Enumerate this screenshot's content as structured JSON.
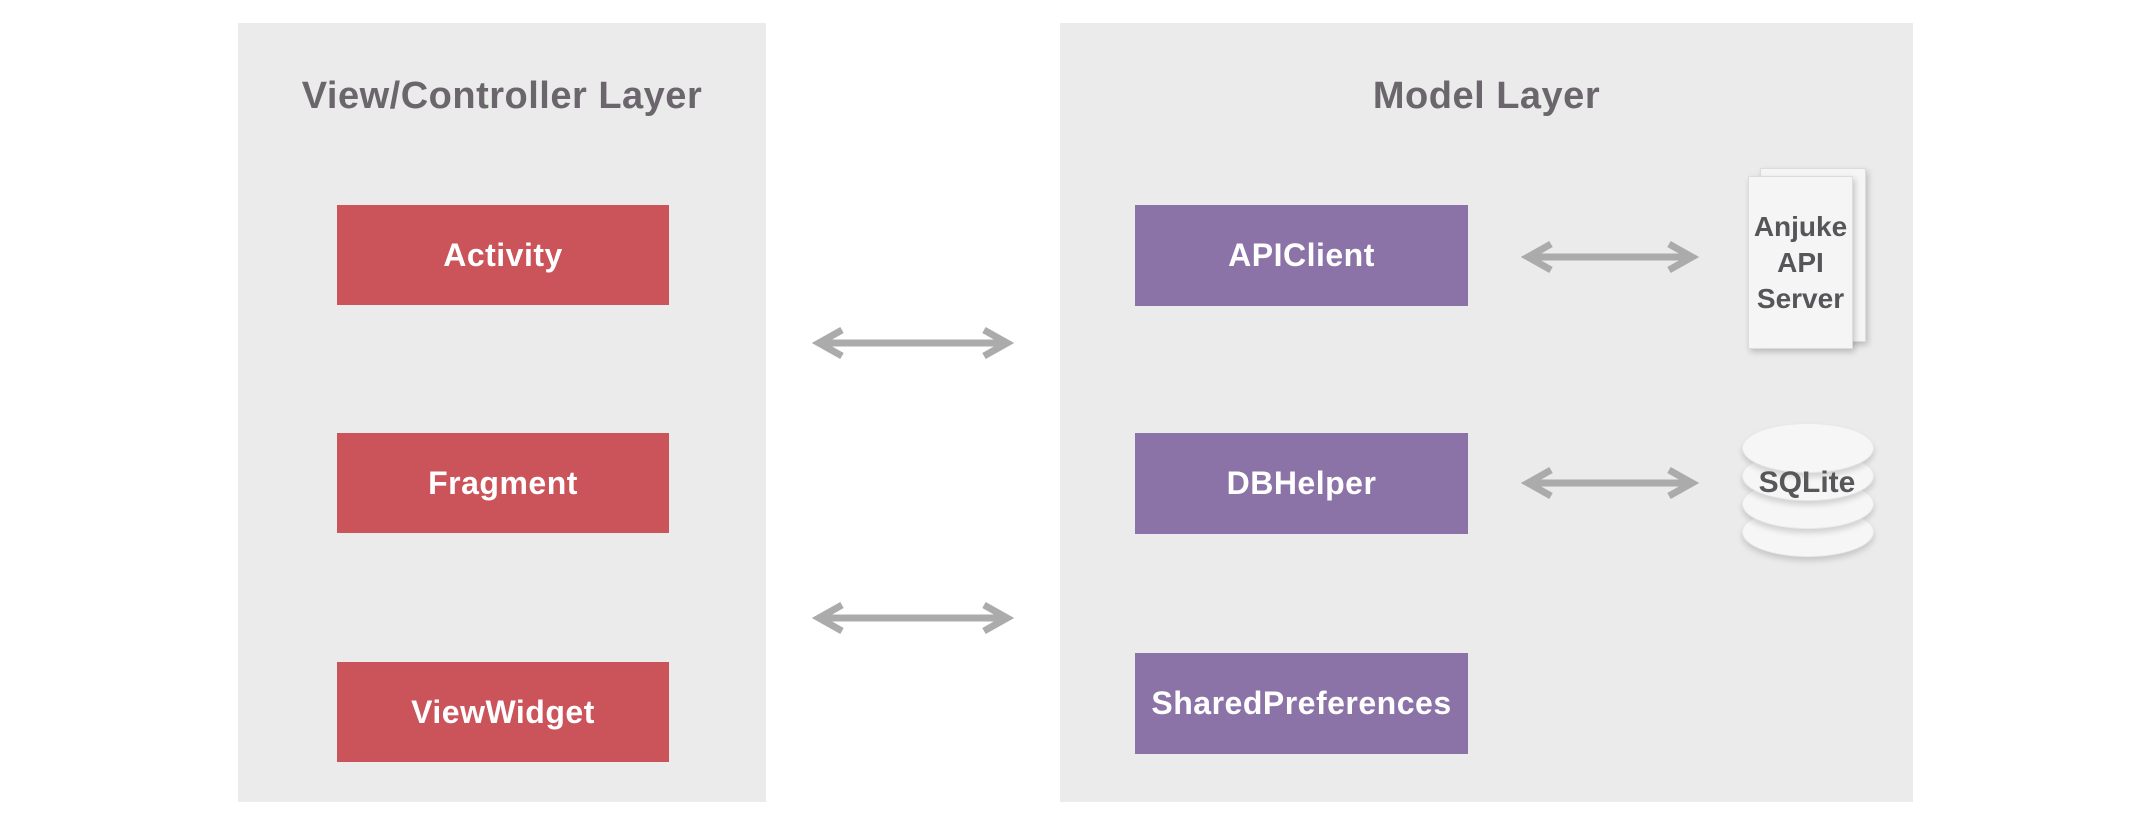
{
  "left_panel": {
    "title": "View/Controller Layer",
    "boxes": [
      {
        "label": "Activity"
      },
      {
        "label": "Fragment"
      },
      {
        "label": "ViewWidget"
      }
    ]
  },
  "right_panel": {
    "title": "Model Layer",
    "boxes": [
      {
        "label": "APIClient"
      },
      {
        "label": "DBHelper"
      },
      {
        "label": "SharedPreferences"
      }
    ],
    "api_server_card": {
      "line1": "Anjuke",
      "line2": "API",
      "line3": "Server"
    },
    "database": {
      "label": "SQLite"
    }
  },
  "colors": {
    "panel_background": "#ebebeb",
    "view_controller_box": "#cb535a",
    "model_box": "#8b73a8",
    "panel_title_text": "#6b666c",
    "arrow": "#ababab",
    "card_text": "#56565a",
    "box_label_text": "#ffffff"
  }
}
